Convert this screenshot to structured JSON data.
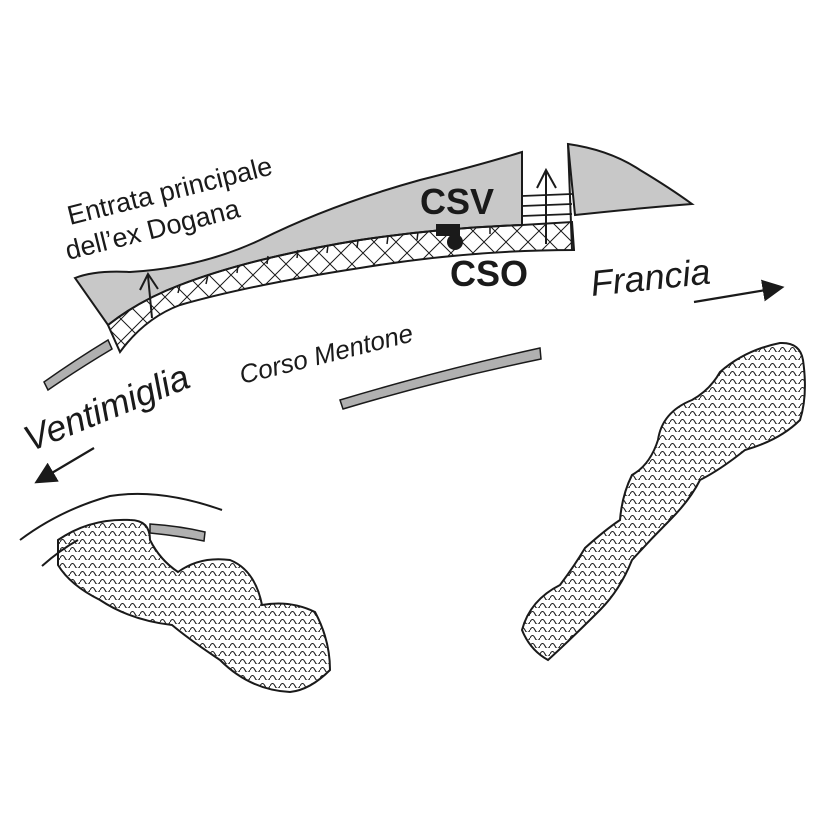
{
  "labels": {
    "entrance_line1": "Entrata principale",
    "entrance_line2": "dell’ex Dogana",
    "csv": "CSV",
    "cso": "CSO",
    "francia": "Francia",
    "ventimiglia": "Ventimiglia",
    "corso": "Corso Mentone"
  },
  "colors": {
    "building": "#c8c8c8",
    "road": "#b0b0b0",
    "ink": "#1a1a1a"
  },
  "icons": {
    "direction_arrow": "arrow-right-icon",
    "rock_outcrop": "rock-hatch-icon",
    "access_arrow": "arrow-up-icon"
  }
}
